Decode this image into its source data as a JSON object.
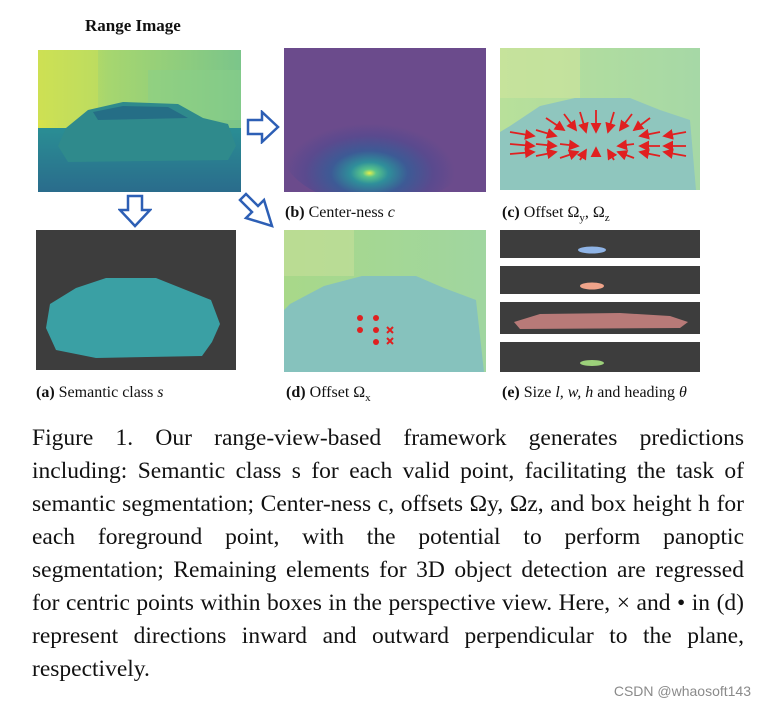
{
  "figure": {
    "title": "Range Image",
    "captions": {
      "a_tag": "(a)",
      "a_text": "Semantic class",
      "a_var": "s",
      "b_tag": "(b)",
      "b_text": "Center-ness",
      "b_var": "c",
      "c_tag": "(c)",
      "c_text": "Offset Ω",
      "c_sub1": "y",
      "c_sep": ", Ω",
      "c_sub2": "z",
      "d_tag": "(d)",
      "d_text": "Offset Ω",
      "d_sub": "x",
      "e_tag": "(e)",
      "e_text": "Size",
      "e_vars": "l, w, h",
      "e_mid": "and heading",
      "e_var2": "θ"
    },
    "caption": "Figure 1. Our range-view-based framework generates predictions including: Semantic class s for each valid point, facilitating the task of semantic segmentation; Center-ness c, offsets Ωy, Ωz, and box height h for each foreground point, with the potential to perform panoptic segmentation; Remaining elements for 3D object detection are regressed for centric points within boxes in the perspective view. Here, × and • in (d) represent directions inward and outward perpendicular to the plane, respectively."
  },
  "watermark": "CSDN @whaosoft143",
  "colors": {
    "sky_green": "#9fd67a",
    "car_teal": "#3a9a9a",
    "ground": "#2f6f8f",
    "panel_dark": "#3d3d3d",
    "purple": "#6b4b8c",
    "arrow_red": "#e02020",
    "arrow_outline": "#2d5fb5"
  }
}
